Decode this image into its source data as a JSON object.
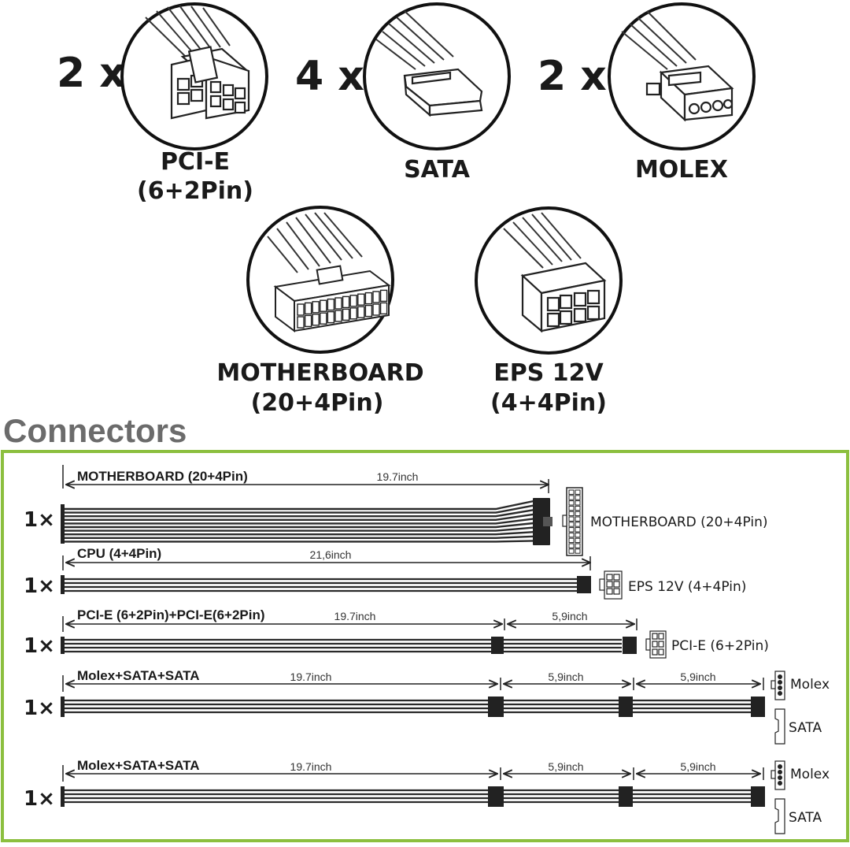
{
  "top_connectors": [
    {
      "qty": "2 x",
      "name": "PCI-E",
      "sub": "(6+2Pin)",
      "icon": "pcie-connector-icon"
    },
    {
      "qty": "4 x",
      "name": "SATA",
      "sub": "",
      "icon": "sata-connector-icon"
    },
    {
      "qty": "2 x",
      "name": "MOLEX",
      "sub": "",
      "icon": "molex-connector-icon"
    },
    {
      "qty": "",
      "name": "MOTHERBOARD",
      "sub": "(20+4Pin)",
      "icon": "motherboard-connector-icon"
    },
    {
      "qty": "",
      "name": "EPS 12V",
      "sub": "(4+4Pin)",
      "icon": "eps-connector-icon"
    }
  ],
  "section_title": "Connectors",
  "accent_color": "#8cbf3f",
  "cables": [
    {
      "qty": "1×",
      "label": "MOTHERBOARD (20+4Pin)",
      "lengths": [
        "19.7inch"
      ],
      "ends": [
        "MOTHERBOARD (20+4Pin)"
      ]
    },
    {
      "qty": "1×",
      "label": "CPU (4+4Pin)",
      "lengths": [
        "21,6inch"
      ],
      "ends": [
        "EPS 12V (4+4Pin)"
      ]
    },
    {
      "qty": "1×",
      "label": "PCI-E (6+2Pin)+PCI-E(6+2Pin)",
      "lengths": [
        "19.7inch",
        "5,9inch"
      ],
      "ends": [
        "PCI-E (6+2Pin)"
      ]
    },
    {
      "qty": "1×",
      "label": "Molex+SATA+SATA",
      "lengths": [
        "19.7inch",
        "5,9inch",
        "5,9inch"
      ],
      "ends": [
        "Molex",
        "SATA"
      ]
    },
    {
      "qty": "1×",
      "label": "Molex+SATA+SATA",
      "lengths": [
        "19.7inch",
        "5,9inch",
        "5,9inch"
      ],
      "ends": [
        "Molex",
        "SATA"
      ]
    }
  ]
}
